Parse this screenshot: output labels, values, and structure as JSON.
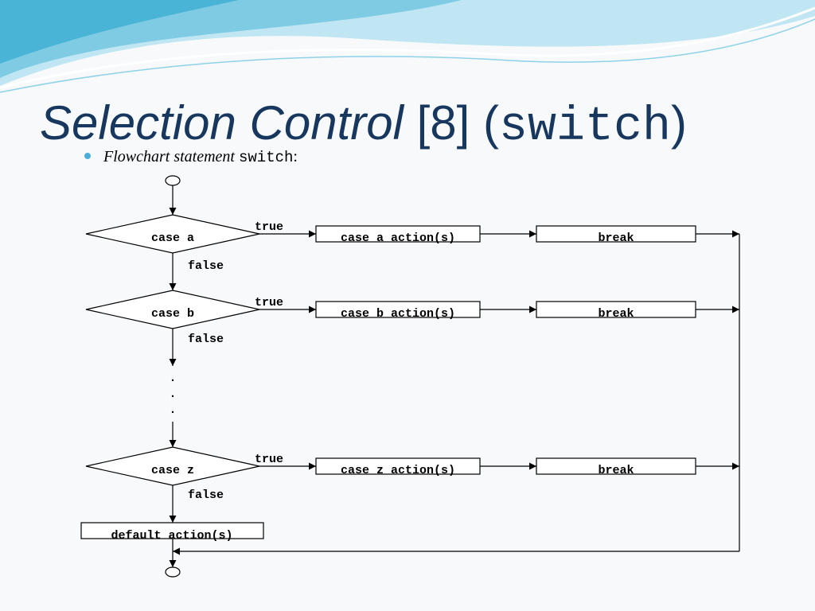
{
  "title": {
    "main": "Selection Control",
    "index": "[8]",
    "open_paren": "(",
    "keyword": "switch",
    "close_paren": ")"
  },
  "bullet": {
    "text": "Flowchart statement",
    "keyword": "switch",
    "suffix": ":"
  },
  "flowchart": {
    "cases": [
      {
        "condition": "case a",
        "true_label": "true",
        "false_label": "false",
        "action": "case a action(s)",
        "break_label": "break"
      },
      {
        "condition": "case b",
        "true_label": "true",
        "false_label": "false",
        "action": "case b action(s)",
        "break_label": "break"
      },
      {
        "condition": "case z",
        "true_label": "true",
        "false_label": "false",
        "action": "case z action(s)",
        "break_label": "break"
      }
    ],
    "ellipsis": [
      "·",
      "·",
      "·"
    ],
    "default_action": "default action(s)"
  },
  "colors": {
    "title": "#17375e",
    "bullet_dot": "#4aaed6",
    "wave_light": "#bfe6f2",
    "wave_mid": "#7fcbe3",
    "wave_dark": "#4ab4d6"
  }
}
